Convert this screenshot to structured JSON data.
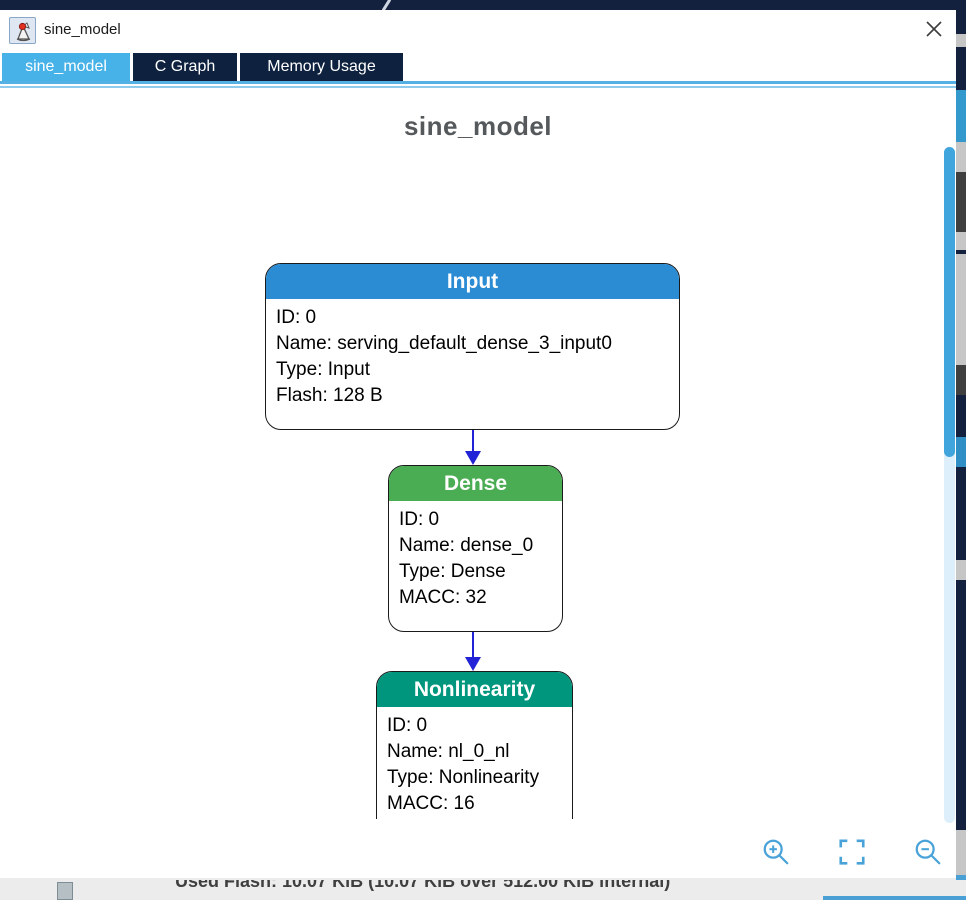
{
  "window": {
    "title": "sine_model"
  },
  "tabs": [
    {
      "label": "sine_model",
      "active": true
    },
    {
      "label": "C Graph",
      "active": false
    },
    {
      "label": "Memory Usage",
      "active": false
    }
  ],
  "diagram": {
    "title": "sine_model",
    "nodes": [
      {
        "title": "Input",
        "header_color": "#2b8bd3",
        "lines": [
          "ID: 0",
          "Name: serving_default_dense_3_input0",
          "Type: Input",
          "Flash: 128 B"
        ]
      },
      {
        "title": "Dense",
        "header_color": "#4bad53",
        "lines": [
          "ID: 0",
          "Name: dense_0",
          "Type: Dense",
          "MACC: 32"
        ]
      },
      {
        "title": "Nonlinearity",
        "header_color": "#00967e",
        "lines": [
          "ID: 0",
          "Name: nl_0_nl",
          "Type: Nonlinearity",
          "MACC: 16"
        ]
      }
    ],
    "arrow_color": "#2222d6"
  },
  "colors": {
    "tab_active_blue": "#47b2e8",
    "tab_inactive_navy": "#0e2240",
    "topbar_navy": "#13213f",
    "scrollbar_thumb_blue": "#41a5dd",
    "zoom_icon_blue": "#4aa3d8",
    "heading_gray": "#55595c",
    "bottom_bar_blue": "#4a9fd4"
  },
  "background": {
    "clipped_text": "Used Flash: 10.07 KiB (10.07 KiB over 512.00 KiB internal)"
  }
}
